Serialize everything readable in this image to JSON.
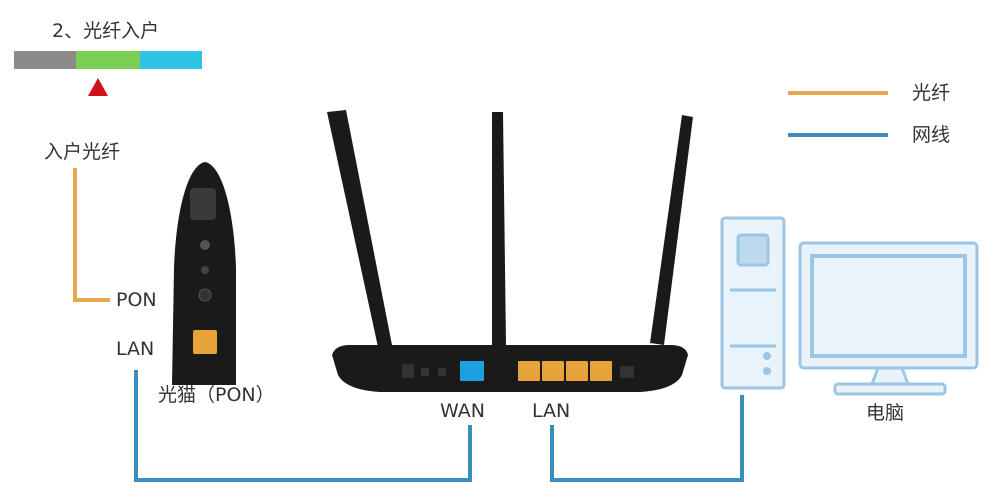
{
  "step": {
    "title": "2、光纤入户",
    "bar_colors": [
      "#8a8a8a",
      "#7ccf55",
      "#2ec4e6"
    ],
    "marker_color": "#d0101a"
  },
  "legend": {
    "items": [
      {
        "label": "光纤",
        "color": "#e8a850"
      },
      {
        "label": "网线",
        "color": "#3c8dbc"
      }
    ]
  },
  "labels": {
    "incoming_fiber": "入户光纤",
    "modem_pon_port": "PON",
    "modem_lan_port": "LAN",
    "modem_name": "光猫（PON）",
    "router_wan_port": "WAN",
    "router_lan_port": "LAN",
    "computer": "电脑"
  },
  "colors": {
    "fiber": "#e8a850",
    "cable": "#3c8dbc",
    "device_dark": "#1a1a1a",
    "computer_body": "#e9f3fb",
    "computer_outline": "#9cc6e3",
    "wan_port": "#1ea0e0",
    "lan_ports": "#e8a23a"
  }
}
